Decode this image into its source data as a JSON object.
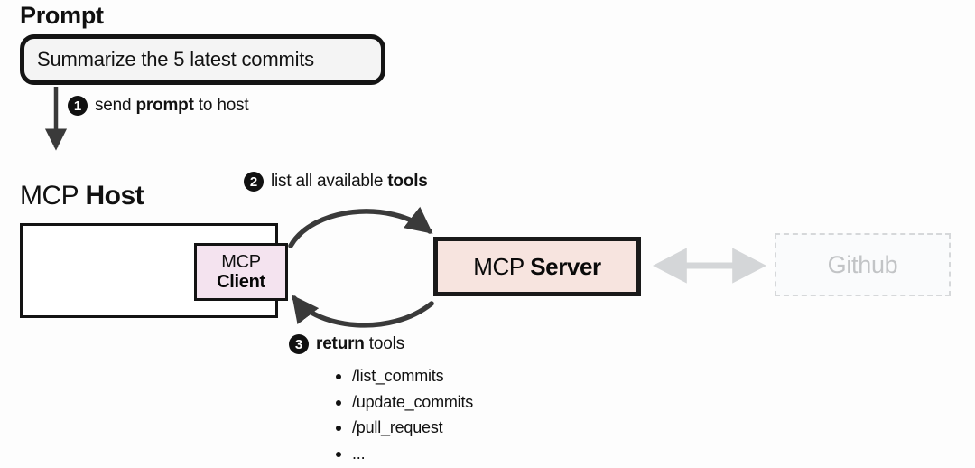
{
  "diagram": {
    "prompt": {
      "title": "Prompt",
      "text": "Summarize the 5 latest commits"
    },
    "steps": [
      {
        "number": "1",
        "text_plain": "send prompt to host",
        "text_pre": "send ",
        "text_bold": "prompt",
        "text_post": " to host"
      },
      {
        "number": "2",
        "text_plain": "list all available tools",
        "text_pre": "list all available ",
        "text_bold": "tools",
        "text_post": ""
      },
      {
        "number": "3",
        "text_plain": "return tools",
        "text_pre": "",
        "text_bold": "return",
        "text_post": " tools"
      }
    ],
    "host": {
      "label_pre": "MCP ",
      "label_bold": "Host"
    },
    "client": {
      "line1": "MCP",
      "line2": "Client"
    },
    "server": {
      "label_pre": "MCP ",
      "label_bold": "Server"
    },
    "external": {
      "label": "Github"
    },
    "tools": [
      "/list_commits",
      "/update_commits",
      "/pull_request",
      "..."
    ],
    "colors": {
      "client_fill": "#f4e3ef",
      "server_fill": "#f7e4df",
      "prompt_fill": "#f4f4f4",
      "stroke": "#131313",
      "arrow_dark": "#3a3a3a",
      "external_stroke": "#d6d8da",
      "external_text": "#c2c4c6"
    }
  }
}
